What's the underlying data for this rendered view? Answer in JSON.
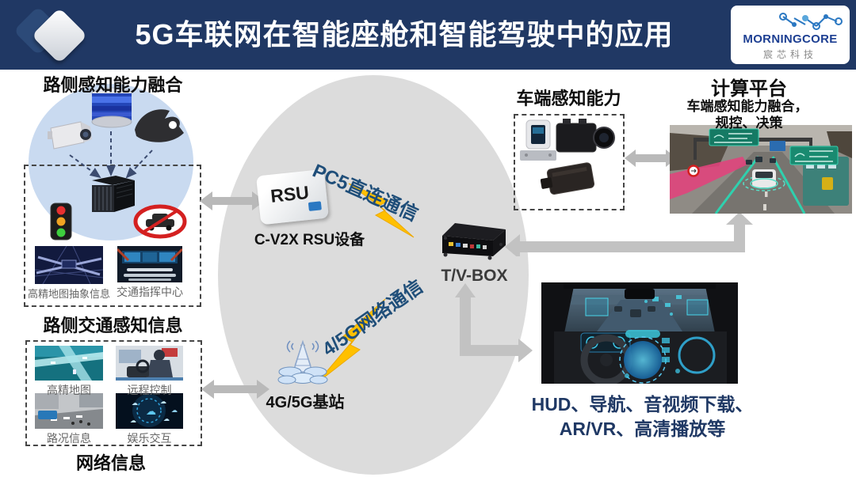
{
  "header": {
    "title": "5G车联网在智能座舱和智能驾驶中的应用",
    "logo_name": "MORNINGCORE",
    "logo_subtitle": "宸芯科技"
  },
  "left": {
    "fusion_title": "路侧感知能力融合",
    "hd_map_abstract_label": "高精地图抽象信息",
    "traffic_center_label": "交通指挥中心",
    "roadside_traffic_title": "路侧交通感知信息",
    "hd_map_label": "高精地图",
    "remote_control_label": "远程控制",
    "road_condition_label": "路况信息",
    "entertainment_label": "娱乐交互",
    "network_title": "网络信息"
  },
  "center": {
    "rsu_text": "RSU",
    "rsu_device_label": "C-V2X RSU设备",
    "pc5_link_label": "PC5直连通信",
    "network_link_label": "4/5G网络通信",
    "base_station_label": "4G/5G基站",
    "tvbox_label": "T/V-BOX"
  },
  "right": {
    "vehicle_sensing_title": "车端感知能力",
    "computing_title": "计算平台",
    "computing_desc_line1": "车端感知能力融合，",
    "computing_desc_line2": "规控、决策",
    "app_line1": "HUD、导航、音视频下载、",
    "app_line2": "AR/VR、高清播放等"
  },
  "colors": {
    "header_bg": "#203864",
    "accent_blue": "#1f4e79",
    "ellipse_gray": "#dcdcdc",
    "circle_blue": "#c9daf0",
    "arrow_gray": "#b9b9b9",
    "lightning_gold": "#ffc000"
  },
  "icons": {
    "top_left": "diamond-icon",
    "logo": "molecule-icon",
    "links": "lightning-bolt-icon"
  }
}
